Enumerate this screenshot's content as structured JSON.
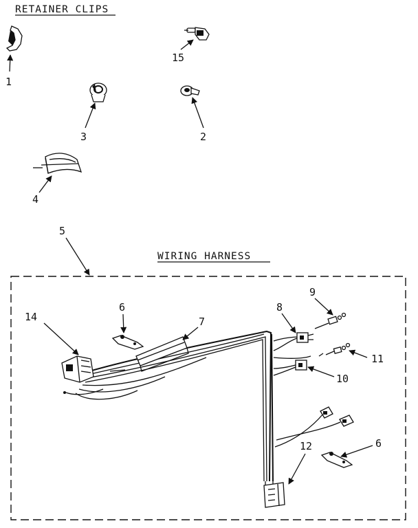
{
  "sections": {
    "retainer_clips_title": "RETAINER CLIPS",
    "wiring_harness_title": "WIRING HARNESS"
  },
  "callouts": {
    "c1": "1",
    "c2": "2",
    "c3": "3",
    "c4": "4",
    "c5": "5",
    "c6a": "6",
    "c6b": "6",
    "c7": "7",
    "c8": "8",
    "c9": "9",
    "c10": "10",
    "c11": "11",
    "c12": "12",
    "c14": "14",
    "c15": "15"
  }
}
